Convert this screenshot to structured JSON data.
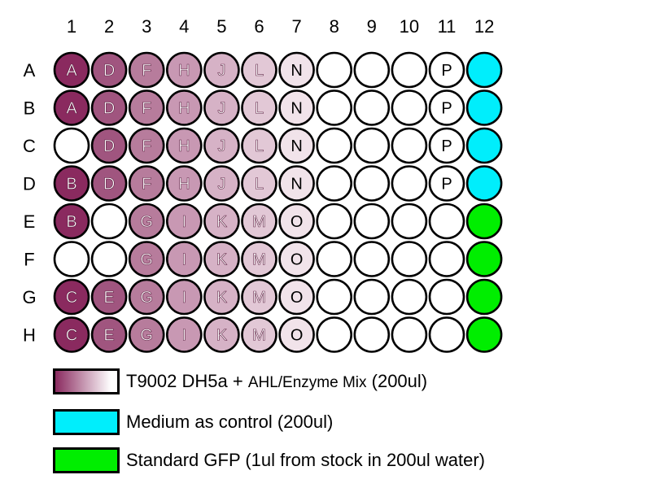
{
  "plate": {
    "column_labels": [
      "1",
      "2",
      "3",
      "4",
      "5",
      "6",
      "7",
      "8",
      "9",
      "10",
      "11",
      "12"
    ],
    "row_labels": [
      "A",
      "B",
      "C",
      "D",
      "E",
      "F",
      "G",
      "H"
    ],
    "wells": [
      [
        "A",
        "D",
        "F",
        "H",
        "J",
        "L",
        "N",
        "",
        "",
        "",
        "P",
        "cyan"
      ],
      [
        "A",
        "D",
        "F",
        "H",
        "J",
        "L",
        "N",
        "",
        "",
        "",
        "P",
        "cyan"
      ],
      [
        "",
        "D",
        "F",
        "H",
        "J",
        "L",
        "N",
        "",
        "",
        "",
        "P",
        "cyan"
      ],
      [
        "B",
        "D",
        "F",
        "H",
        "J",
        "L",
        "N",
        "",
        "",
        "",
        "P",
        "cyan"
      ],
      [
        "B",
        "",
        "G",
        "I",
        "K",
        "M",
        "O",
        "",
        "",
        "",
        "",
        "green"
      ],
      [
        "",
        "",
        "G",
        "I",
        "K",
        "M",
        "O",
        "",
        "",
        "",
        "",
        "green"
      ],
      [
        "C",
        "E",
        "G",
        "I",
        "K",
        "M",
        "O",
        "",
        "",
        "",
        "",
        "green"
      ],
      [
        "C",
        "E",
        "G",
        "I",
        "K",
        "M",
        "O",
        "",
        "",
        "",
        "",
        "green"
      ]
    ],
    "letter_colors": {
      "A": "#8a2a5f",
      "B": "#8a2a5f",
      "C": "#8a2a5f",
      "D": "#a0557f",
      "E": "#a0557f",
      "F": "#b77c9c",
      "G": "#b77c9c",
      "H": "#c898b3",
      "I": "#c898b3",
      "J": "#d6b2c6",
      "K": "#d6b2c6",
      "L": "#e2c8d6",
      "M": "#e2c8d6",
      "N": "#f1e3ea",
      "O": "#f1e3ea",
      "P": "#ffffff"
    },
    "special_colors": {
      "cyan": "#00eefc",
      "green": "#00ee00"
    },
    "empty_color": "#ffffff"
  },
  "legend": {
    "items": [
      {
        "part1": "T9002 DH5a +  ",
        "part2": "AHL/Enzyme Mix",
        "part3": " (200ul)",
        "gradient_from": "#8a2a5f",
        "gradient_to": "#ffffff"
      },
      {
        "text": "Medium as control (200ul)",
        "color": "#00eefc"
      },
      {
        "text": "Standard GFP (1ul from stock  in 200ul water)",
        "color": "#00ee00"
      }
    ]
  }
}
